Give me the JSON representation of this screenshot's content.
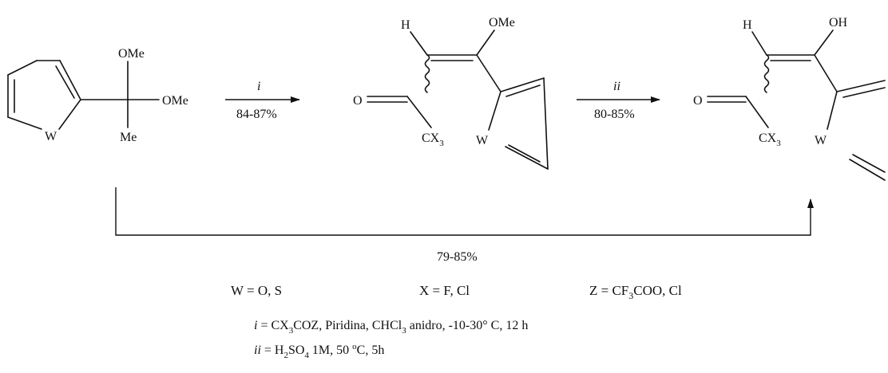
{
  "reactant": {
    "ring_atom": "W",
    "ome_top": "OMe",
    "ome_right": "OMe",
    "me": "Me"
  },
  "intermediate": {
    "h": "H",
    "ome": "OMe",
    "o": "O",
    "cx": "CX",
    "cx_sub": "3",
    "ring_atom": "W"
  },
  "product": {
    "h": "H",
    "oh": "OH",
    "o": "O",
    "cx": "CX",
    "cx_sub": "3",
    "ring_atom": "W"
  },
  "arrows": {
    "step1_label": "i",
    "step1_yield": "84-87%",
    "step2_label": "ii",
    "step2_yield": "80-85%",
    "direct_yield": "79-85%"
  },
  "definitions": {
    "w": "W = O, S",
    "x": "X = F, Cl",
    "z_pre": "Z = CF",
    "z_sub": "3",
    "z_post": "COO, Cl"
  },
  "conditions": {
    "i_label": "i",
    "i_pre": " = CX",
    "i_sub1": "3",
    "i_mid": "COZ, Piridina, CHCl",
    "i_sub2": "3",
    "i_post": " anidro, -10-30° C, 12 h",
    "ii_label": "ii",
    "ii_pre": " = H",
    "ii_sub1": "2",
    "ii_mid": "SO",
    "ii_sub2": "4",
    "ii_post1": " 1M, 50 ",
    "ii_sup": "o",
    "ii_post2": "C, 5h"
  }
}
